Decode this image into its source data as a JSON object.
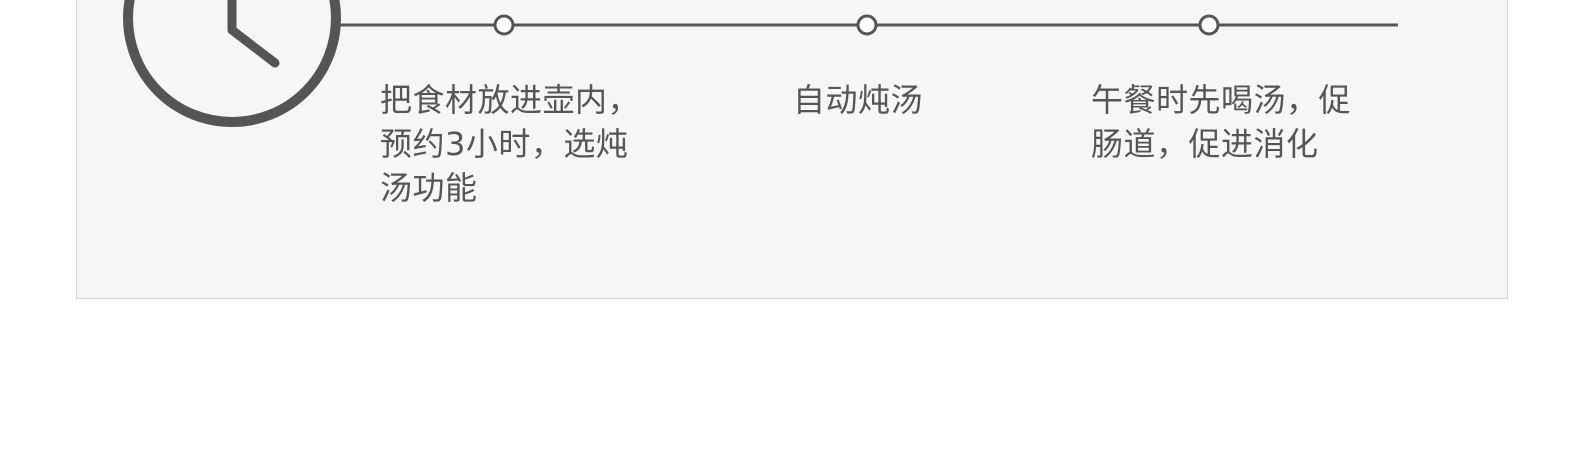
{
  "timeline": {
    "steps": [
      {
        "text": "把食材放进壶内，\n预约3小时，选炖\n汤功能"
      },
      {
        "text": "自动炖汤"
      },
      {
        "text": "午餐时先喝汤，促\n肠道，促进消化"
      }
    ]
  },
  "icons": {
    "clock": "clock-icon"
  },
  "colors": {
    "panel_background": "#f6f6f6",
    "panel_border": "#d6d6d6",
    "line": "#555555",
    "text": "#555555"
  }
}
